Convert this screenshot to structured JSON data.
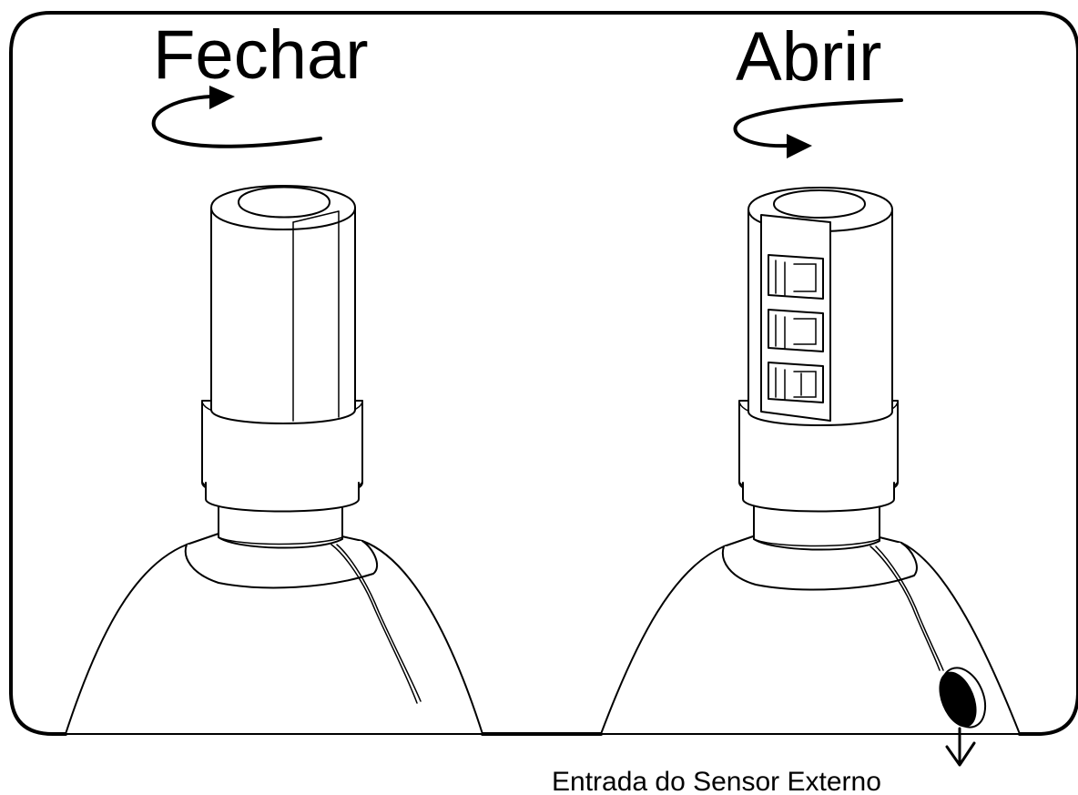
{
  "labels": {
    "close": "Fechar",
    "open": "Abrir",
    "sensor_input": "Entrada do Sensor Externo"
  },
  "icons": {
    "close_rotation": "rotate-arrow-icon",
    "open_rotation": "rotate-arrow-icon",
    "sensor_pointer": "down-arrow-icon"
  },
  "colors": {
    "line": "#000000",
    "background": "#ffffff"
  }
}
